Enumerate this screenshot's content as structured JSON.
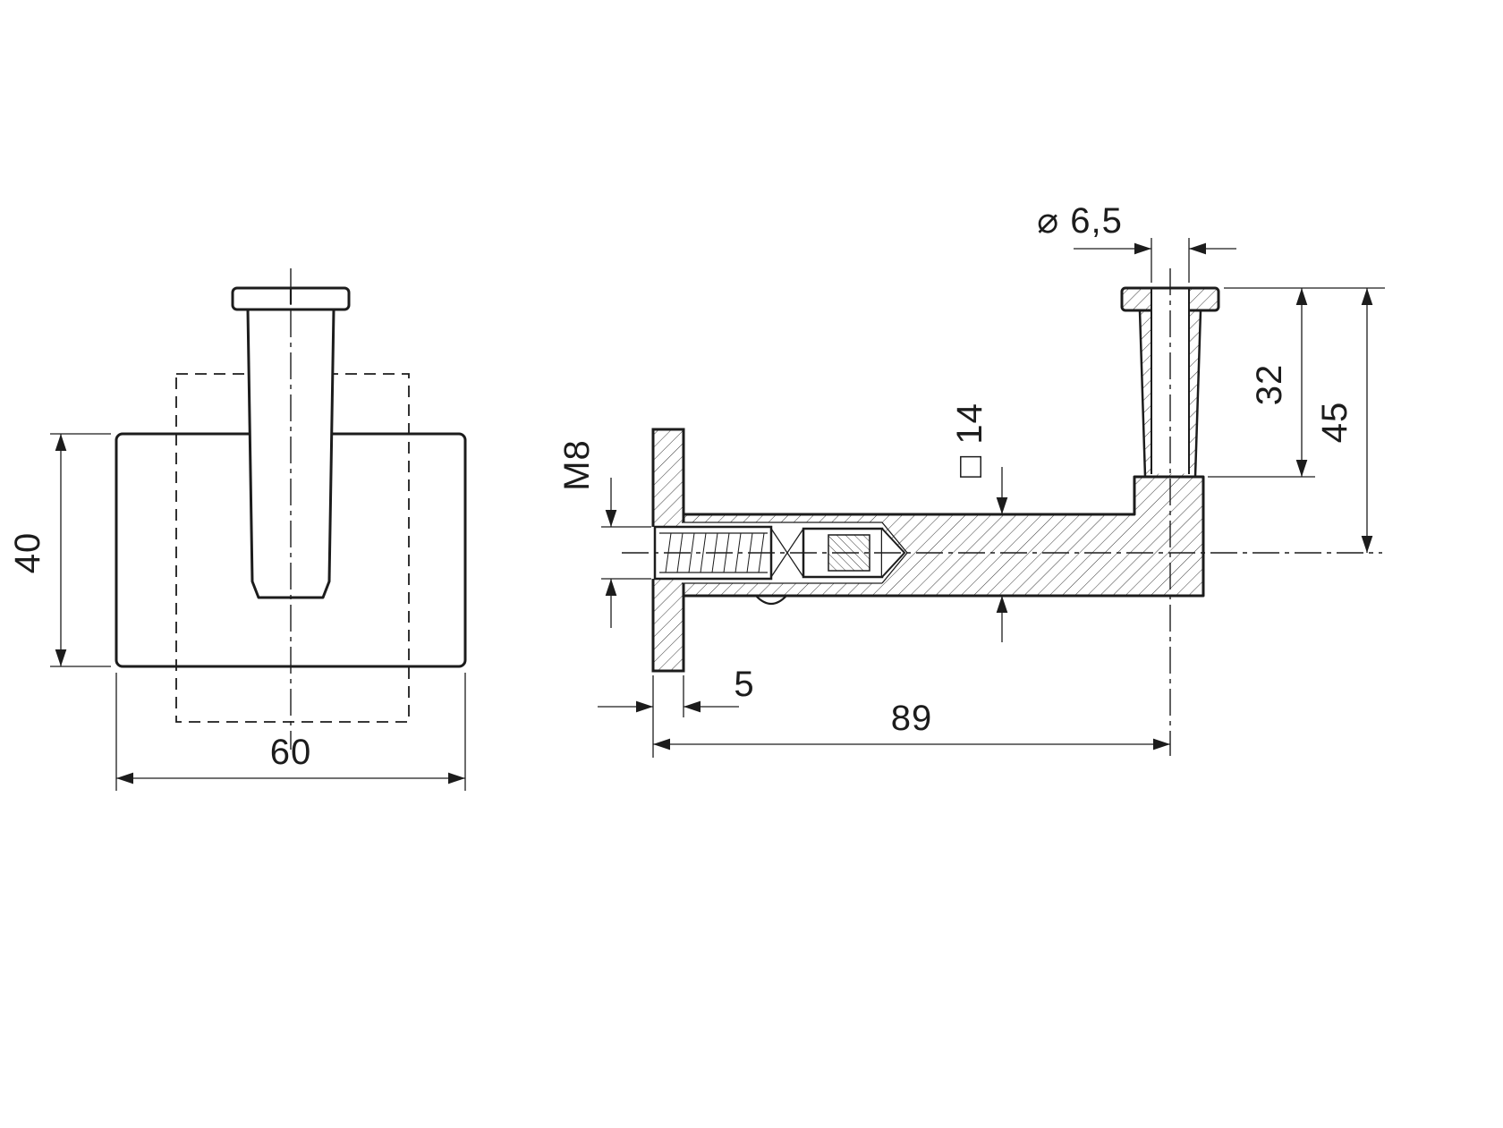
{
  "drawing": {
    "kind": "technical-drawing",
    "colors": {
      "line": "#1c1c1c",
      "background": "#ffffff"
    },
    "front_view": {
      "dim_plate_height": "40",
      "dim_plate_width": "60"
    },
    "side_view": {
      "dim_thread": "M8",
      "dim_plate_thickness": "5",
      "dim_reach": "89",
      "dim_hole_diameter": "⌀ 6,5",
      "dim_stem_height": "32",
      "dim_total_height": "45",
      "dim_arm_square": "□ 14"
    }
  }
}
